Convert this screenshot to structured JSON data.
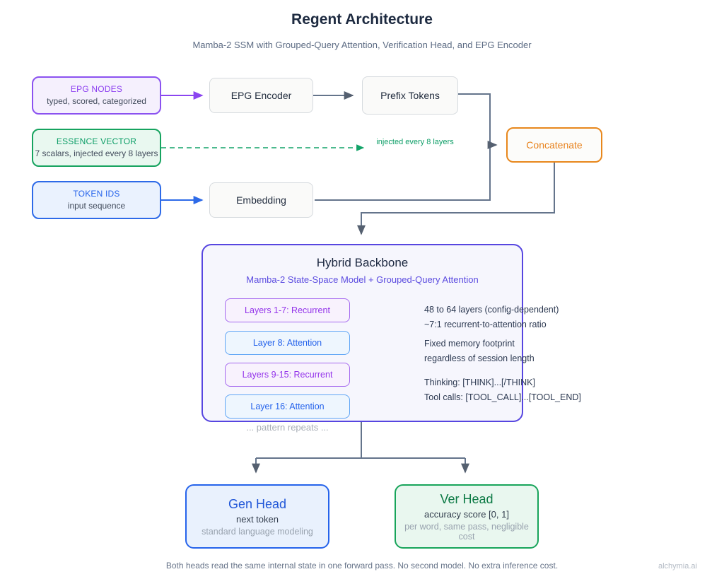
{
  "title": "Regent Architecture",
  "subtitle": "Mamba-2 SSM with Grouped-Query Attention, Verification Head, and EPG Encoder",
  "inputs": {
    "epg_nodes": {
      "title": "EPG NODES",
      "subtitle": "typed, scored, categorized"
    },
    "essence_vector": {
      "title": "ESSENCE VECTOR",
      "subtitle": "7 scalars, injected every 8 layers"
    },
    "token_ids": {
      "title": "TOKEN IDS",
      "subtitle": "input sequence"
    }
  },
  "nodes": {
    "epg_encoder": "EPG Encoder",
    "prefix_tokens": "Prefix Tokens",
    "embedding": "Embedding",
    "concatenate": "Concatenate"
  },
  "edge_labels": {
    "injected": "injected every 8 layers"
  },
  "backbone": {
    "title": "Hybrid Backbone",
    "subtitle": "Mamba-2 State-Space Model + Grouped-Query Attention",
    "layers": [
      {
        "label": "Layers 1-7: Recurrent",
        "type": "recurrent"
      },
      {
        "label": "Layer 8: Attention",
        "type": "attention"
      },
      {
        "label": "Layers 9-15: Recurrent",
        "type": "recurrent"
      },
      {
        "label": "Layer 16: Attention",
        "type": "attention"
      }
    ],
    "pattern_note": "... pattern repeats ...",
    "facts": [
      "48 to 64 layers (config-dependent)",
      "~7:1 recurrent-to-attention ratio",
      "Fixed memory footprint",
      "regardless of session length",
      "Thinking: [THINK]...[/THINK]",
      "Tool calls: [TOOL_CALL]...[TOOL_END]"
    ]
  },
  "heads": {
    "gen": {
      "title": "Gen Head",
      "line1": "next token",
      "line2": "standard language modeling"
    },
    "ver": {
      "title": "Ver Head",
      "line1": "accuracy score [0, 1]",
      "line2": "per word, same pass, negligible cost"
    }
  },
  "footer": {
    "note": "Both heads read the same internal state in one forward pass. No second model. No extra inference cost.",
    "brand": "alchymia.ai"
  },
  "colors": {
    "purple_accent": "#8b45f0",
    "green_accent": "#12a368",
    "blue_accent": "#2d6ae8",
    "orange_accent": "#e8821c",
    "indigo_backbone": "#5746e0",
    "arrow_slate": "#64748b"
  }
}
